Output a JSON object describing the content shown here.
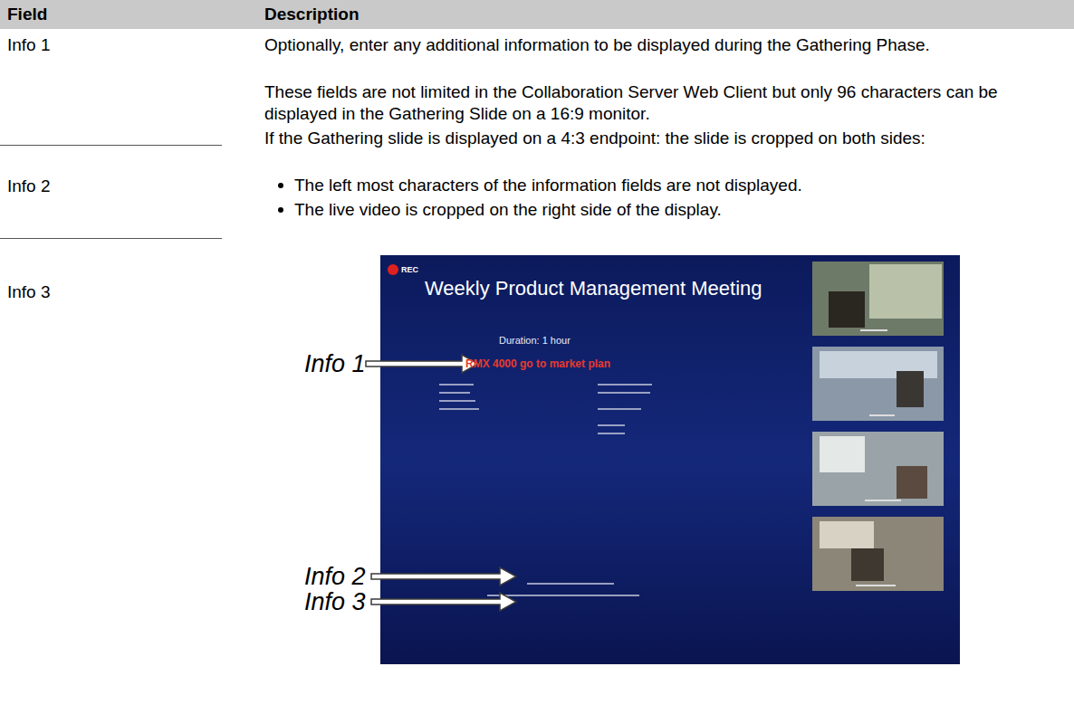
{
  "diagram": {
    "labels": [
      "Field",
      "Description",
      "Info 1",
      "Optionally, enter any additional information to be displayed during the Gathering Phase.",
      "These fields are not limited in the Collaboration Server Web Client but only 96 characters can be displayed in the Gathering Slide on a 16:9 monitor.",
      "If the Gathering slide is displayed on a 4:3 endpoint: the slide is cropped on both sides:",
      "Info 2",
      "The left most characters of the information fields are not displayed.",
      "The live video is cropped on the right side of the display.",
      "Info 3",
      "REC",
      "Weekly Product Management Meeting",
      "Duration: 1 hour",
      "RMX 4000 go to market plan",
      "Info 1",
      "Info 2",
      "Info 3"
    ]
  }
}
